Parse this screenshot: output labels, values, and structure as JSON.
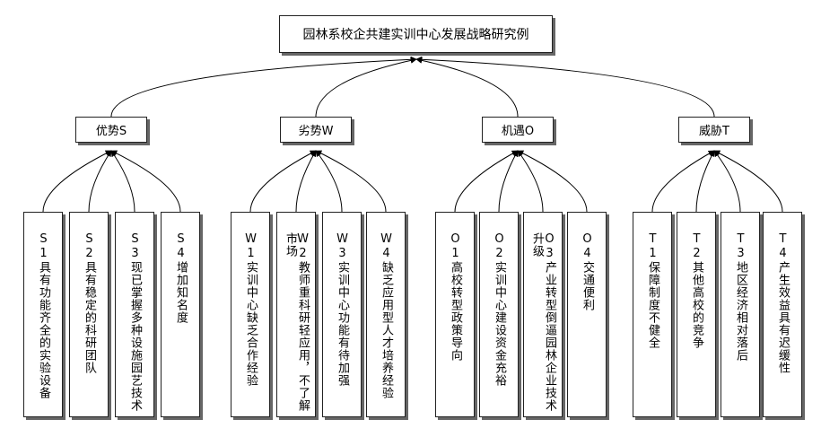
{
  "title": "园林系校企共建实训中心发展战略研究例",
  "categories": [
    {
      "label": "优势S",
      "items": [
        "S1具有功能齐全的实验设备",
        "S2具有稳定的科研团队",
        "S3现已掌握多种设施园艺技术",
        "S4增加知名度"
      ]
    },
    {
      "label": "劣势W",
      "items": [
        "W1实训中心缺乏合作经验",
        "W2教师重科研轻应用，不了解市场",
        "W3实训中心功能有待加强",
        "W4缺乏应用型人才培养经验"
      ]
    },
    {
      "label": "机遇O",
      "items": [
        "O1高校转型政策导向",
        "O2实训中心建设资金充裕",
        "O3产业转型倒逼园林企业技术升级",
        "O4交通便利"
      ]
    },
    {
      "label": "威胁T",
      "items": [
        "T1保障制度不健全",
        "T2其他高校的竞争",
        "T3地区经济相对落后",
        "T4产生效益具有迟缓性"
      ]
    }
  ]
}
